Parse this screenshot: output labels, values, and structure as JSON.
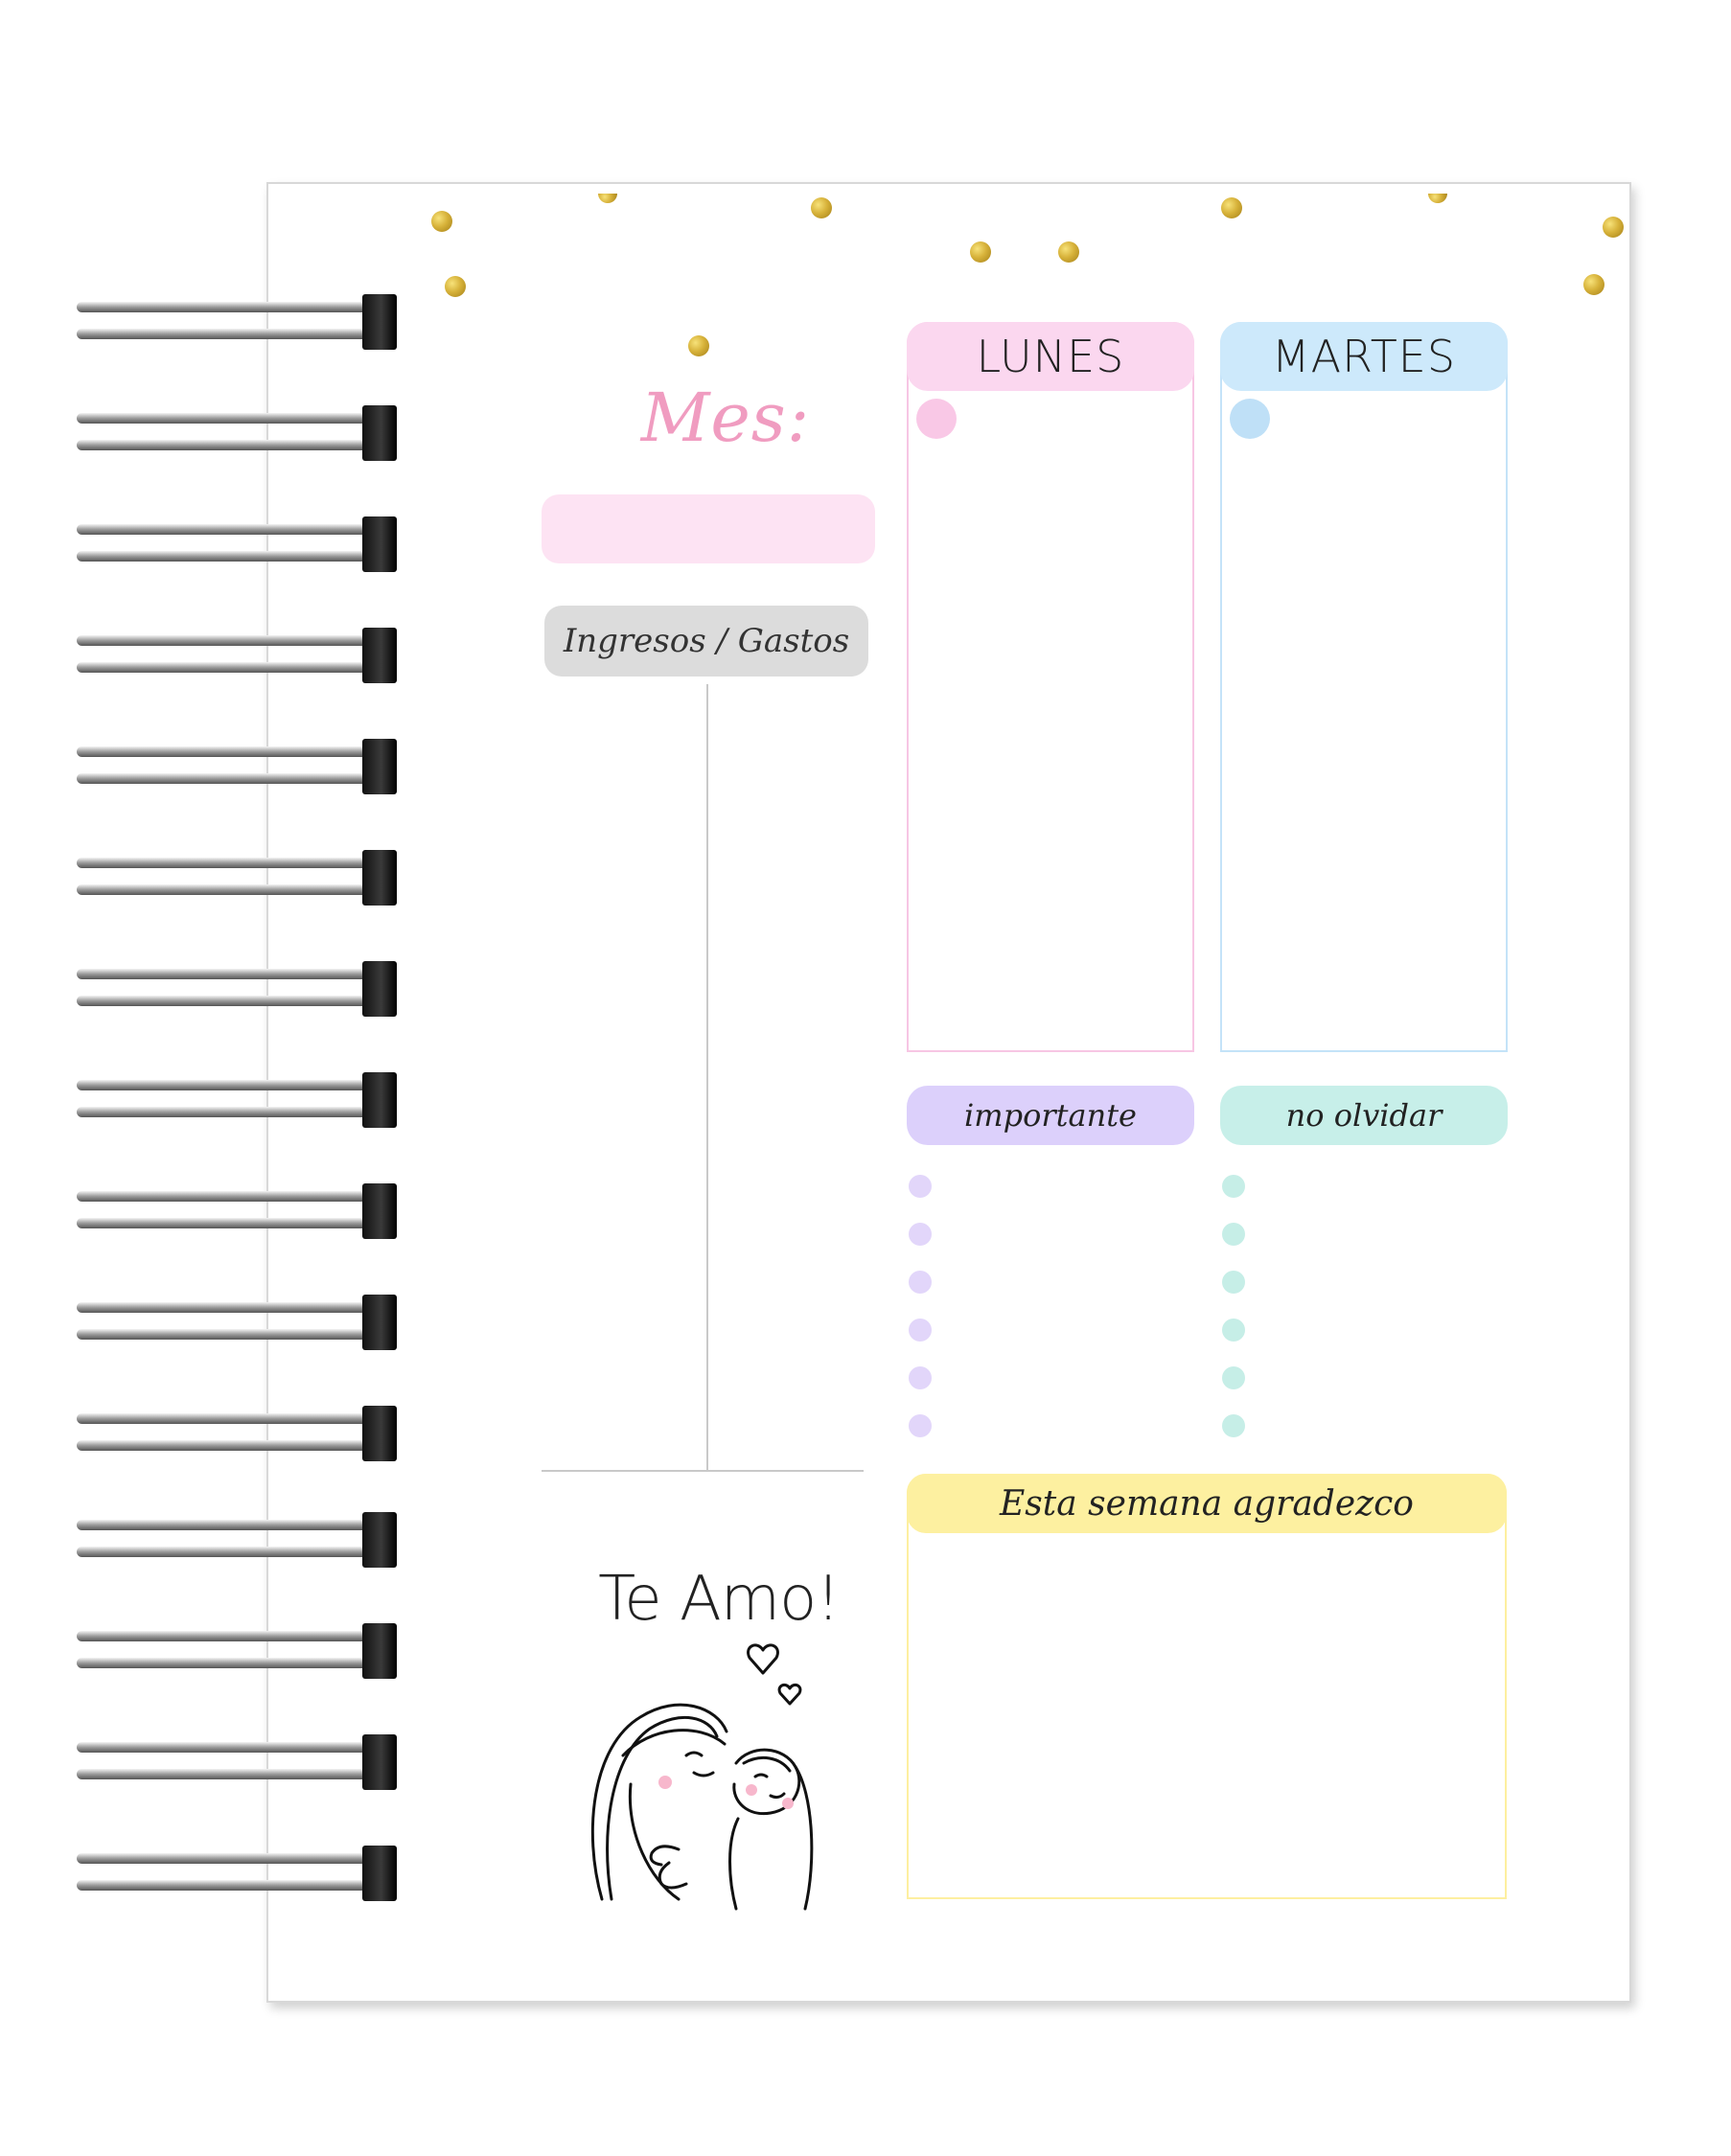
{
  "planner": {
    "month_label": "Mes:",
    "finance_label": "Ingresos / Gastos",
    "days": [
      {
        "label": "LUNES",
        "color": "#fbd7ef",
        "border": "#f7c6e4",
        "bullet": "#f9c8e6"
      },
      {
        "label": "MARTES",
        "color": "#cde9fb",
        "border": "#c4e3f8",
        "bullet": "#bfe0f7"
      }
    ],
    "notes": [
      {
        "label": "importante",
        "color": "#dcd0fb",
        "bullet": "#e2d6fa"
      },
      {
        "label": "no olvidar",
        "color": "#c7efe9",
        "bullet": "#c6eee7"
      }
    ],
    "gratitude_label": "Esta semana agradezco",
    "love_text": "Te Amo!"
  },
  "colors": {
    "gold": "#d7b23a",
    "month_text": "#f09cc0"
  }
}
